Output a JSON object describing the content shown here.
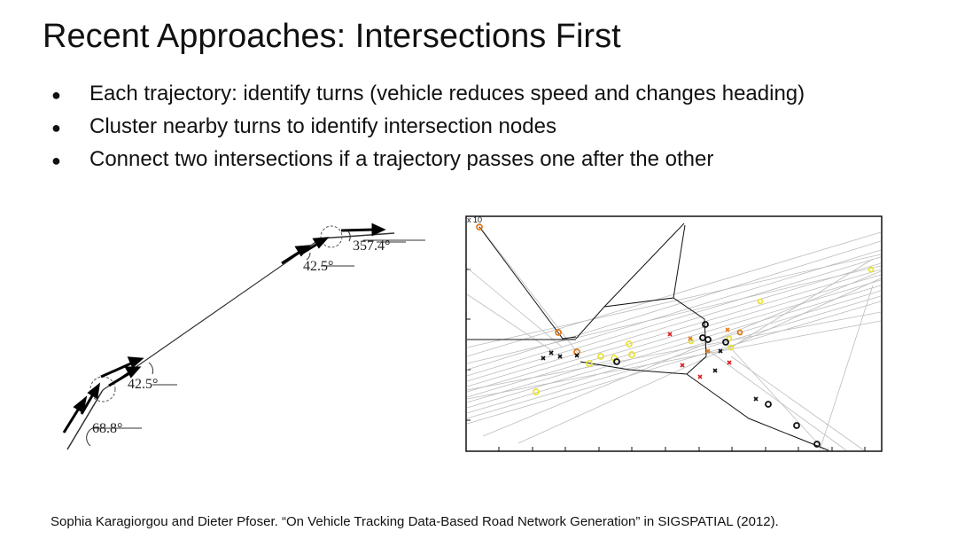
{
  "slide": {
    "title": "Recent Approaches: Intersections First",
    "bullets": [
      "Each trajectory: identify turns (vehicle reduces speed and changes heading)",
      "Cluster nearby turns to identify intersection nodes",
      "Connect two intersections if a trajectory passes one after the other"
    ],
    "bullet_glyph": "●",
    "citation": "Sophia Karagiorgou and Dieter Pfoser. “On Vehicle Tracking Data-Based Road Network Generation” in SIGSPATIAL (2012)."
  },
  "turn_figure": {
    "angle_labels": [
      "357.4°",
      "42.5°",
      "42.5°",
      "68.8°"
    ]
  },
  "network_figure": {
    "axis_label": "x 10"
  },
  "colors": {
    "text": "#111111",
    "voronoi_edges": "#222222",
    "trajectories": "#c8c8c8",
    "node_orange": "#e07b1a",
    "node_yellow": "#e8e23a",
    "node_red": "#d62020",
    "node_black": "#111111"
  }
}
